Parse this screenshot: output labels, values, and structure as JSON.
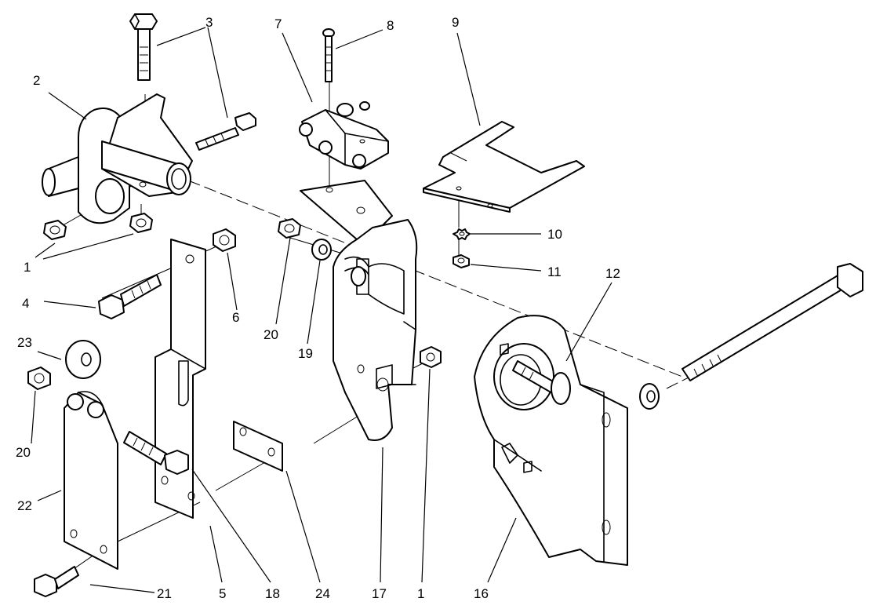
{
  "callouts": [
    {
      "id": "c1a",
      "label": "1"
    },
    {
      "id": "c1b",
      "label": "1"
    },
    {
      "id": "c2",
      "label": "2"
    },
    {
      "id": "c3",
      "label": "3"
    },
    {
      "id": "c4",
      "label": "4"
    },
    {
      "id": "c5",
      "label": "5"
    },
    {
      "id": "c6",
      "label": "6"
    },
    {
      "id": "c7",
      "label": "7"
    },
    {
      "id": "c8",
      "label": "8"
    },
    {
      "id": "c9",
      "label": "9"
    },
    {
      "id": "c10",
      "label": "10"
    },
    {
      "id": "c11",
      "label": "11"
    },
    {
      "id": "c12",
      "label": "12"
    },
    {
      "id": "c16",
      "label": "16"
    },
    {
      "id": "c17",
      "label": "17"
    },
    {
      "id": "c18",
      "label": "18"
    },
    {
      "id": "c19",
      "label": "19"
    },
    {
      "id": "c20a",
      "label": "20"
    },
    {
      "id": "c20b",
      "label": "20"
    },
    {
      "id": "c21",
      "label": "21"
    },
    {
      "id": "c22",
      "label": "22"
    },
    {
      "id": "c23",
      "label": "23"
    },
    {
      "id": "c24",
      "label": "24"
    }
  ]
}
